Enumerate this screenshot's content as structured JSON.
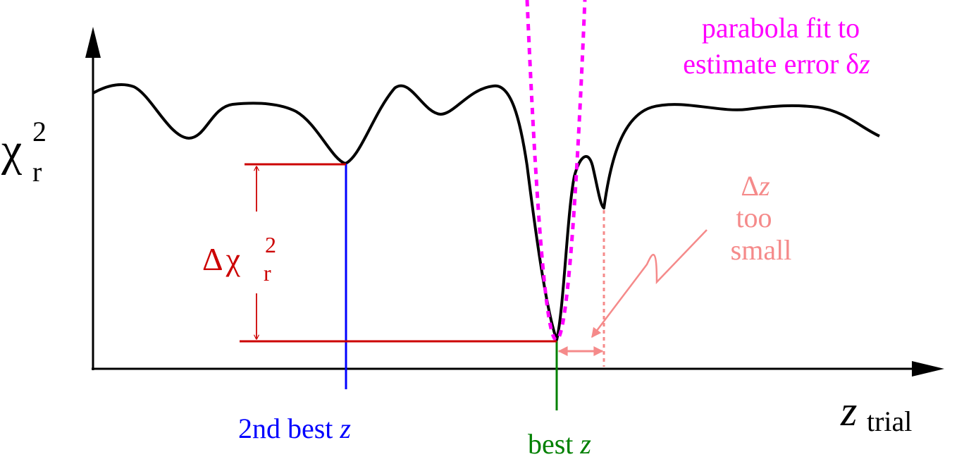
{
  "colors": {
    "curve": "#000000",
    "fit": "#ff00ff",
    "second_best": "#0000ff",
    "best": "#008000",
    "delta_chi": "#cc0000",
    "delta_z": "#f58a8a"
  },
  "y_axis": {
    "symbol": "χ",
    "sub": "r",
    "sup": "2"
  },
  "x_axis": {
    "symbol": "z",
    "sub": "trial"
  },
  "fit_label": {
    "line1": "parabola fit to",
    "line2_text": "estimate error ",
    "line2_delta": "δ",
    "line2_var": "z"
  },
  "delta_chi_label": {
    "delta": "Δ",
    "symbol": "χ",
    "sub": "r",
    "sup": "2"
  },
  "delta_z_label": {
    "delta": "Δ",
    "var": "z",
    "line2": "too",
    "line3": "small"
  },
  "second_best_label": {
    "text": "2nd best ",
    "var": "z"
  },
  "best_label": {
    "text": "best ",
    "var": "z"
  }
}
